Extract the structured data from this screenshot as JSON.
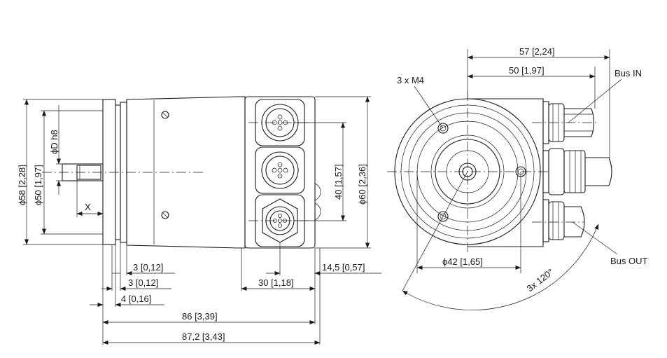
{
  "side_view": {
    "dia_58": "ϕ58 [2,28]",
    "dia_50": "ϕ50 [1,97]",
    "dia_shaft": "ϕD h8",
    "x_label": "X",
    "dim_40": "40 [1,57]",
    "dia_60": "ϕ60 [2,36]",
    "dim_3a": "3 [0,12]",
    "dim_3b": "3 [0,12]",
    "dim_4": "4 [0,16]",
    "dim_30": "30 [1,18]",
    "dim_14_5": "14,5 [0,57]",
    "dim_86": "86 [3,39]",
    "dim_87_2": "87,2 [3,43]"
  },
  "front_view": {
    "dim_57": "57 [2,24]",
    "dim_50": "50 [1,97]",
    "thread": "3 x M4",
    "bus_in": "Bus IN",
    "bus_out": "Bus OUT",
    "dia_42": "ϕ42 [1,65]",
    "angle": "3x 120°"
  }
}
